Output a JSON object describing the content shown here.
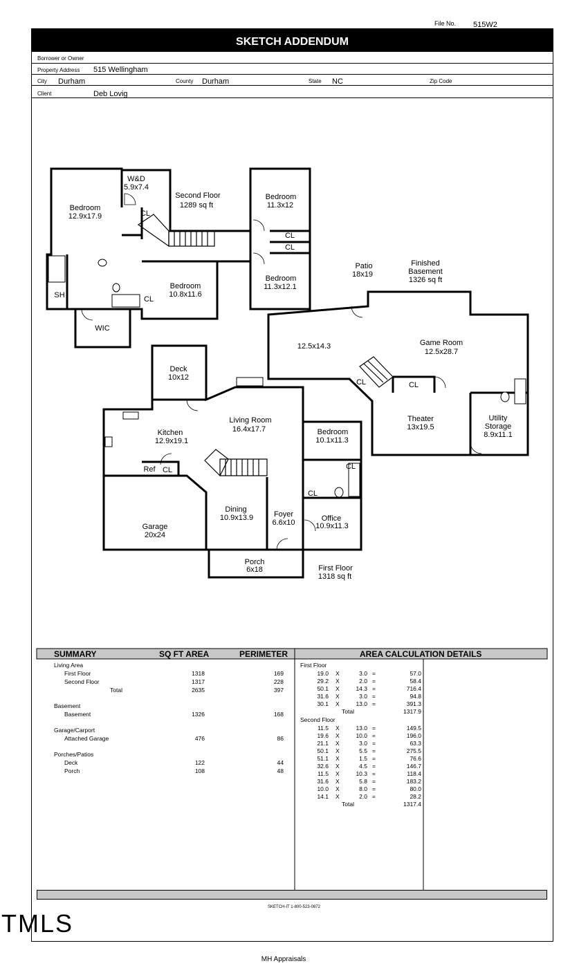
{
  "header": {
    "file_no_label": "File No.",
    "file_no": "515W2",
    "title": "SKETCH ADDENDUM",
    "borrower_label": "Borrower or Owner",
    "borrower": "",
    "property_label": "Property Address",
    "property": "515 Wellingham",
    "city_label": "City",
    "city": "Durham",
    "county_label": "County",
    "county": "Durham",
    "state_label": "State",
    "state": "NC",
    "zip_label": "Zip Code",
    "zip": "",
    "client_label": "Client",
    "client": "Deb Lovig"
  },
  "floorplan": {
    "second_floor": {
      "name": "Second Floor",
      "area": "1289 sq ft"
    },
    "first_floor": {
      "name": "First Floor",
      "area": "1318 sq ft"
    },
    "basement": {
      "name": "Finished",
      "name2": "Basement",
      "area": "1326 sq ft"
    },
    "rooms": {
      "bed1": {
        "name": "Bedroom",
        "dim": "12.9x17.9"
      },
      "wd": {
        "name": "W&D",
        "dim": "5.9x7.4"
      },
      "bed2": {
        "name": "Bedroom",
        "dim": "11.3x12"
      },
      "bed3": {
        "name": "Bedroom",
        "dim": "11.3x12.1"
      },
      "bed4": {
        "name": "Bedroom",
        "dim": "10.8x11.6"
      },
      "sh": "SH",
      "wic": "WIC",
      "cl": "CL",
      "patio": {
        "name": "Patio",
        "dim": "18x19"
      },
      "basement_room": {
        "dim": "12.5x14.3"
      },
      "game": {
        "name": "Game Room",
        "dim": "12.5x28.7"
      },
      "theater": {
        "name": "Theater",
        "dim": "13x19.5"
      },
      "utility": {
        "name": "Utility",
        "name2": "Storage",
        "dim": "8.9x11.1"
      },
      "deck": {
        "name": "Deck",
        "dim": "10x12"
      },
      "living": {
        "name": "Living Room",
        "dim": "16.4x17.7"
      },
      "kitchen": {
        "name": "Kitchen",
        "dim": "12.9x19.1"
      },
      "bed5": {
        "name": "Bedroom",
        "dim": "10.1x11.3"
      },
      "ref": "Ref",
      "garage": {
        "name": "Garage",
        "dim": "20x24"
      },
      "dining": {
        "name": "Dining",
        "dim": "10.9x13.9"
      },
      "foyer": {
        "name": "Foyer",
        "dim": "6.6x10"
      },
      "office": {
        "name": "Office",
        "dim": "10.9x11.3"
      },
      "porch": {
        "name": "Porch",
        "dim": "6x18"
      }
    }
  },
  "summary": {
    "headers": {
      "summary": "SUMMARY",
      "area": "SQ FT AREA",
      "perimeter": "PERIMETER",
      "details": "AREA CALCULATION DETAILS"
    },
    "rows": [
      {
        "label": "Living Area",
        "indent": 0,
        "area": "",
        "perim": ""
      },
      {
        "label": "First Floor",
        "indent": 1,
        "area": "1318",
        "perim": "169"
      },
      {
        "label": "Second Floor",
        "indent": 1,
        "area": "1317",
        "perim": "228"
      },
      {
        "label": "Total",
        "indent": 2,
        "area": "2635",
        "perim": "397"
      },
      {
        "label": "Basement",
        "indent": 0,
        "area": "",
        "perim": "",
        "gap": true
      },
      {
        "label": "Basement",
        "indent": 1,
        "area": "1326",
        "perim": "168"
      },
      {
        "label": "Garage/Carport",
        "indent": 0,
        "area": "",
        "perim": "",
        "gap": true
      },
      {
        "label": "Attached Garage",
        "indent": 1,
        "area": "476",
        "perim": "86"
      },
      {
        "label": "Porches/Patios",
        "indent": 0,
        "area": "",
        "perim": "",
        "gap": true
      },
      {
        "label": "Deck",
        "indent": 1,
        "area": "122",
        "perim": "44"
      },
      {
        "label": "Porch",
        "indent": 1,
        "area": "108",
        "perim": "48"
      }
    ],
    "calc": {
      "first_floor_label": "First Floor",
      "first_floor": [
        [
          "19.0",
          "3.0",
          "57.0"
        ],
        [
          "29.2",
          "2.0",
          "58.4"
        ],
        [
          "50.1",
          "14.3",
          "716.4"
        ],
        [
          "31.6",
          "3.0",
          "94.8"
        ],
        [
          "30.1",
          "13.0",
          "391.3"
        ]
      ],
      "first_total_label": "Total",
      "first_total": "1317.9",
      "second_floor_label": "Second Floor",
      "second_floor": [
        [
          "11.5",
          "13.0",
          "149.5"
        ],
        [
          "19.6",
          "10.0",
          "196.0"
        ],
        [
          "21.1",
          "3.0",
          "63.3"
        ],
        [
          "50.1",
          "5.5",
          "275.5"
        ],
        [
          "51.1",
          "1.5",
          "76.6"
        ],
        [
          "32.6",
          "4.5",
          "146.7"
        ],
        [
          "11.5",
          "10.3",
          "118.4"
        ],
        [
          "31.6",
          "5.8",
          "183.2"
        ],
        [
          "10.0",
          "8.0",
          "80.0"
        ],
        [
          "14.1",
          "2.0",
          "28.2"
        ]
      ],
      "second_total_label": "Total",
      "second_total": "1317.4",
      "x": "X",
      "eq": "="
    }
  },
  "footer": {
    "sketchit": "SKETCH-IT 1-800-523-0872",
    "company": "MH Appraisals",
    "logo": "TMLS"
  }
}
